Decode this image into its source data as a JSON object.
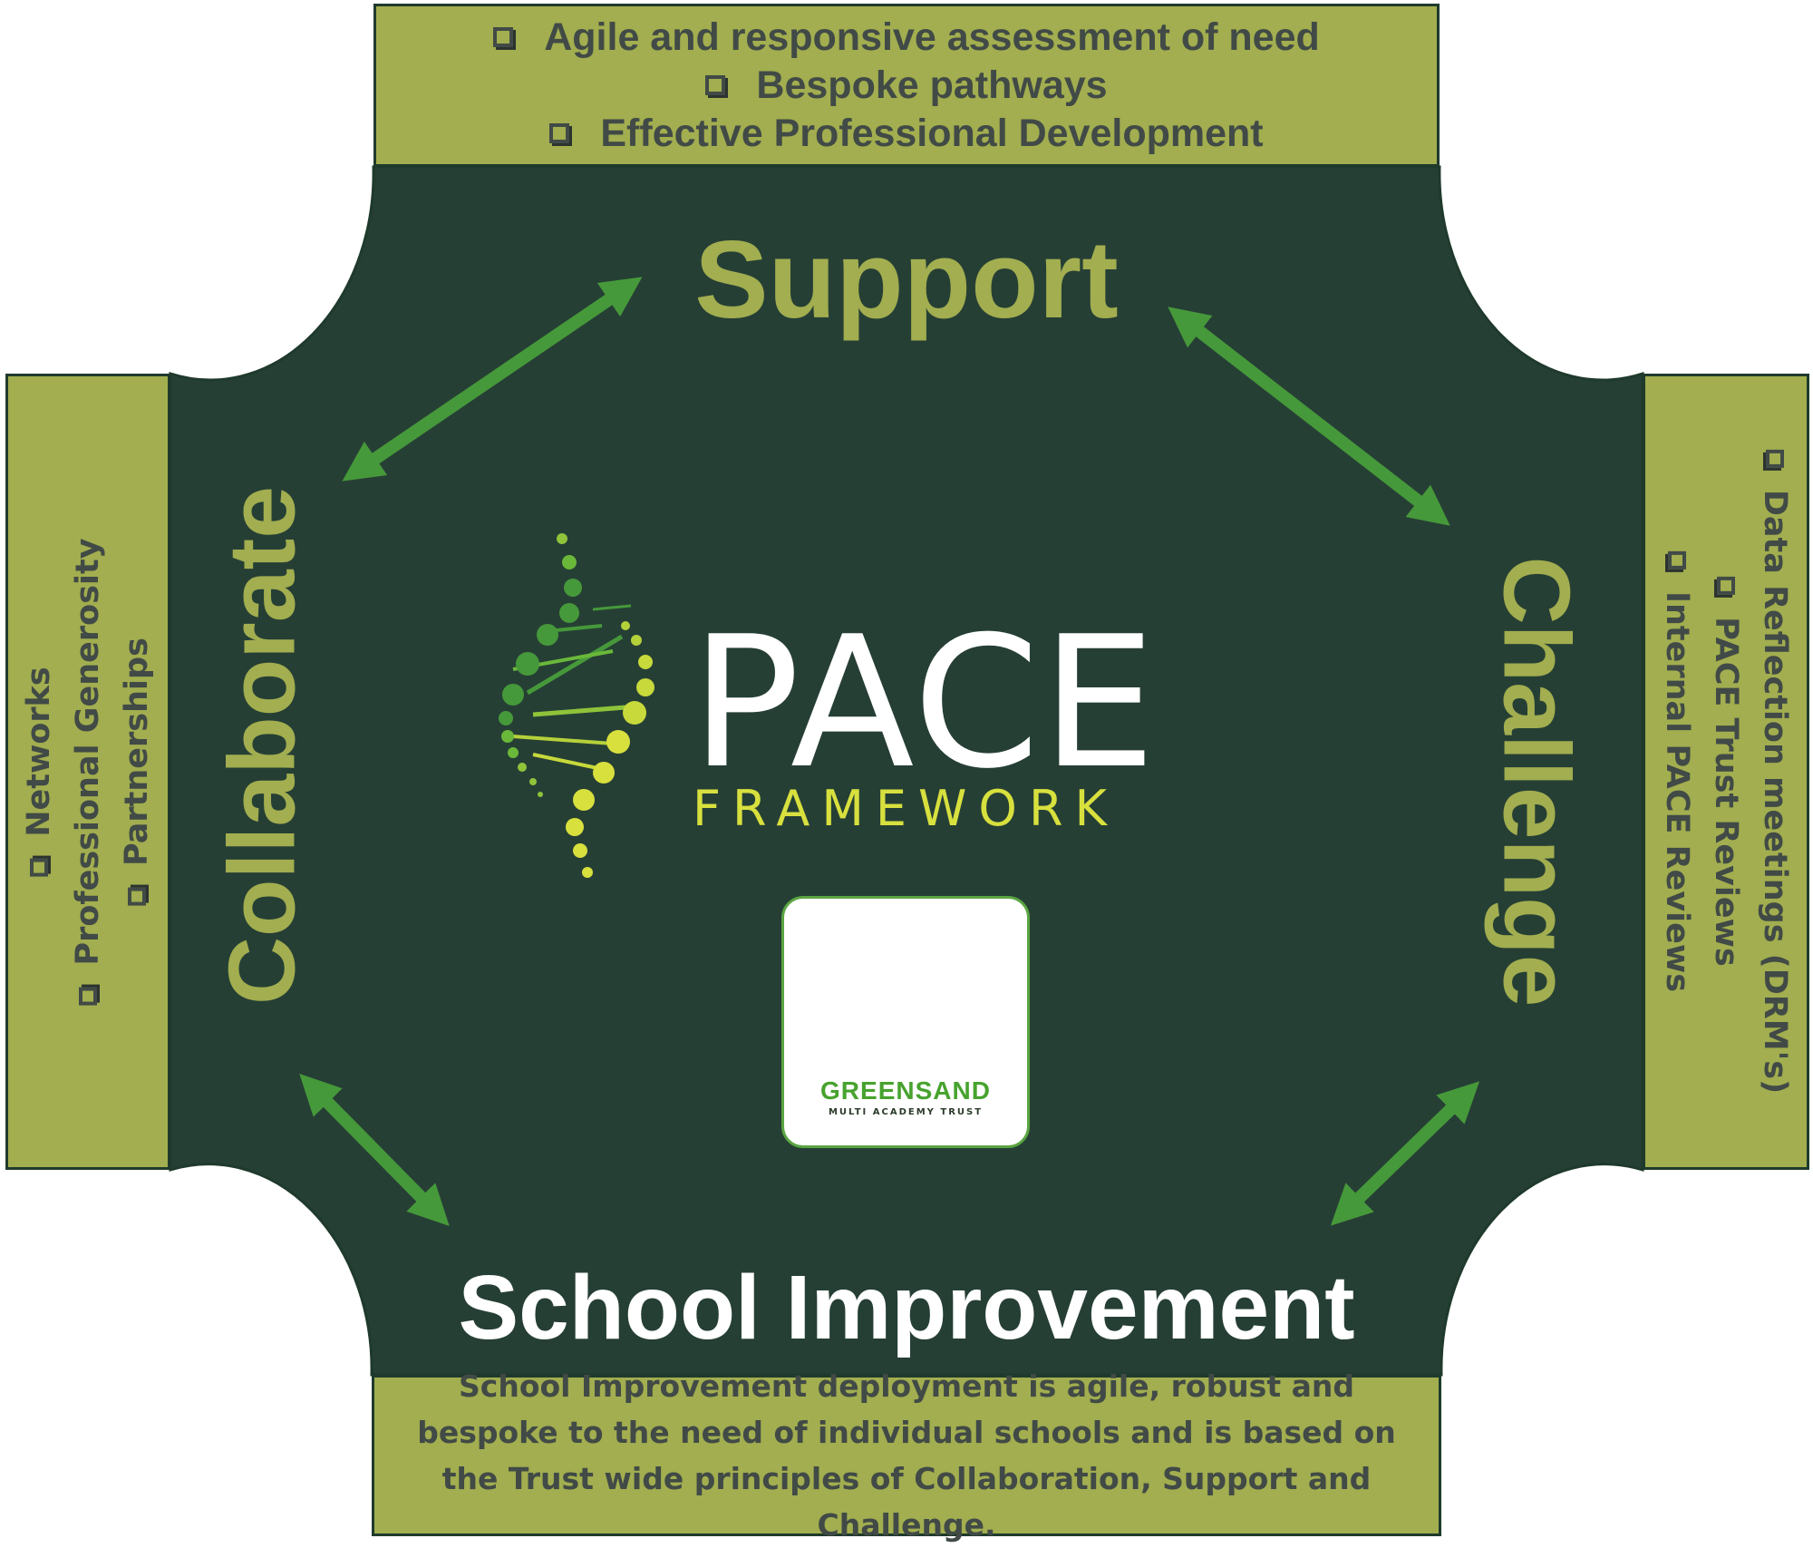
{
  "colors": {
    "background": "#263f35",
    "panel": "#a2ae4f",
    "panel_text": "#414a46",
    "label_green": "#a2ae4f",
    "arrow": "#46993a",
    "lime": "#d8e03e",
    "white": "#ffffff"
  },
  "support": {
    "label": "Support",
    "items": [
      "Agile and responsive assessment of need",
      "Bespoke pathways",
      "Effective Professional Development"
    ]
  },
  "collaborate": {
    "label": "Collaborate",
    "items": [
      "Networks",
      "Professional Generosity",
      "Partnerships"
    ]
  },
  "challenge": {
    "label": "Challenge",
    "items": [
      "Data Reflection meetings (DRM's)",
      "PACE Trust Reviews",
      "Internal PACE Reviews"
    ]
  },
  "school_improvement": {
    "label": "School Improvement",
    "description": "School Improvement deployment is agile, robust and bespoke to the need of individual schools and is based on the Trust wide principles of Collaboration, Support and Challenge."
  },
  "pace_logo": {
    "title": "PACE",
    "subtitle": "FRAMEWORK"
  },
  "greensand_logo": {
    "name": "GREENSAND",
    "tagline": "MULTI ACADEMY TRUST"
  }
}
